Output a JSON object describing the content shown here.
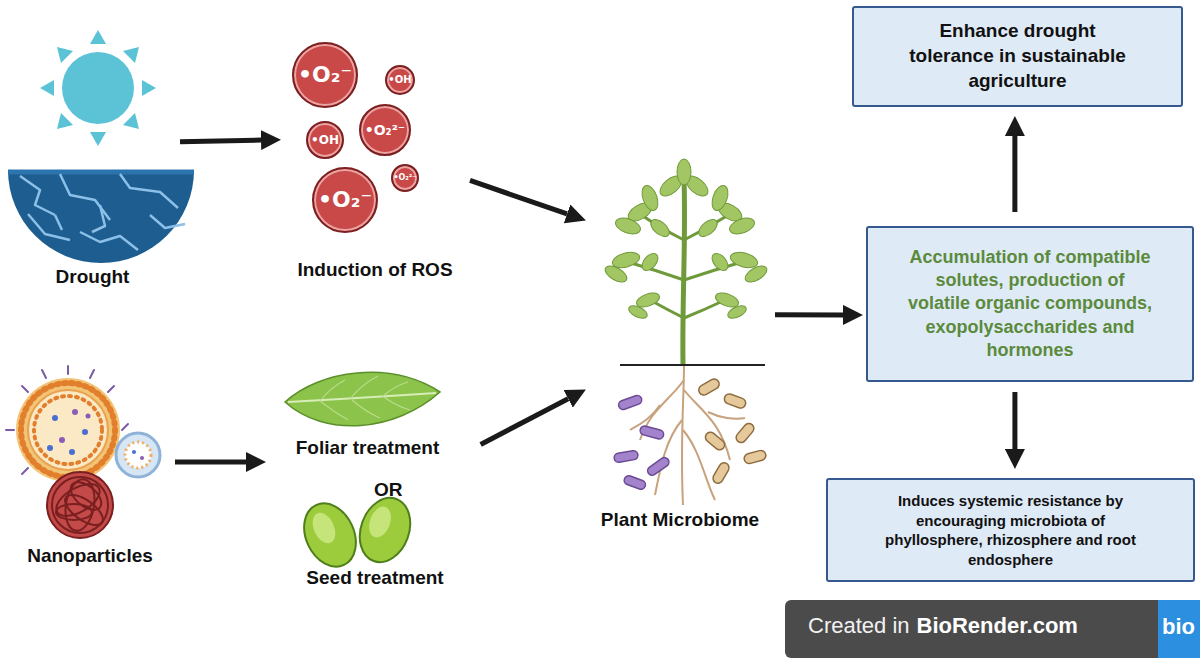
{
  "diagram": {
    "nodes": [
      {
        "text": [
          "Drought"
        ]
      },
      {
        "text": [
          "Induction of ROS"
        ]
      },
      {
        "text": [
          "•O₂⁻"
        ],
        "in": 1
      },
      {
        "text": [
          "•OH"
        ],
        "in": 1
      },
      {
        "text": [
          "•OH"
        ],
        "in": 1
      },
      {
        "text": [
          "•O₂²⁻"
        ],
        "in": 1
      },
      {
        "text": [
          "•O₂²⁻"
        ],
        "in": 1
      },
      {
        "text": [
          "•O₂⁻"
        ],
        "in": 1
      },
      {
        "text": [
          "Nanoparticles"
        ]
      },
      {
        "text": [
          "Foliar treatment"
        ]
      },
      {
        "text": [
          "Seed treatment"
        ]
      },
      {
        "text": [
          "Plant Microbiome"
        ]
      },
      {
        "text": [
          "Accumulation of compatible solutes, production of volatile organic compounds, exopolysaccharides and hormones"
        ]
      },
      {
        "text": [
          "Enhance drought tolerance in sustainable agriculture"
        ]
      },
      {
        "text": [
          "Induces systemic resistance by encouraging microbiota of phyllosphere, rhizosphere and root endosphere"
        ]
      }
    ],
    "edges": [
      {
        "from": 0,
        "to": 1,
        "arrow": "to"
      },
      {
        "from": 1,
        "to": 11,
        "arrow": "to"
      },
      {
        "from": 8,
        "to": 9,
        "arrow": "to"
      },
      {
        "from": 9,
        "to": 11,
        "arrow": "to"
      },
      {
        "from": 11,
        "to": 12,
        "arrow": "to"
      },
      {
        "from": 12,
        "to": 13,
        "arrow": "to"
      },
      {
        "from": 12,
        "to": 14,
        "arrow": "to"
      }
    ],
    "labels": [
      "OR",
      "Created in",
      "BioRender.com",
      "bio"
    ]
  }
}
